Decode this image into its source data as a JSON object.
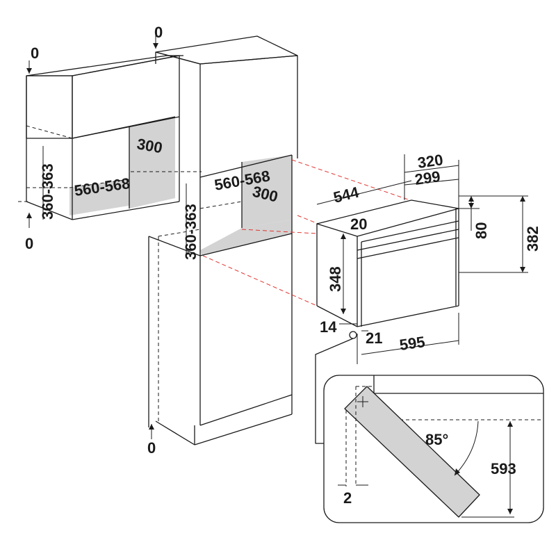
{
  "colors": {
    "line": "#1a1a1a",
    "guide": "#e0342f",
    "fill": "#d3d3d3"
  },
  "dims": {
    "top_gap_left": "0",
    "bottom_gap_left": "0",
    "top_gap_column": "0",
    "bottom_gap_column": "0",
    "wall_height": "360-363",
    "wall_width": "560-568",
    "wall_depth": "300",
    "column_height": "360-363",
    "column_width": "560-568",
    "column_depth": "300",
    "oven_depth_outer": "320",
    "oven_depth_inner": "299",
    "oven_body_width": "544",
    "oven_top_offset": "20",
    "oven_panel_height": "80",
    "oven_total_height": "382",
    "oven_body_height": "348",
    "oven_side_gap": "14",
    "oven_door_gap": "21",
    "oven_width": "595",
    "door_angle": "85°",
    "door_height": "593",
    "door_offset": "2"
  }
}
